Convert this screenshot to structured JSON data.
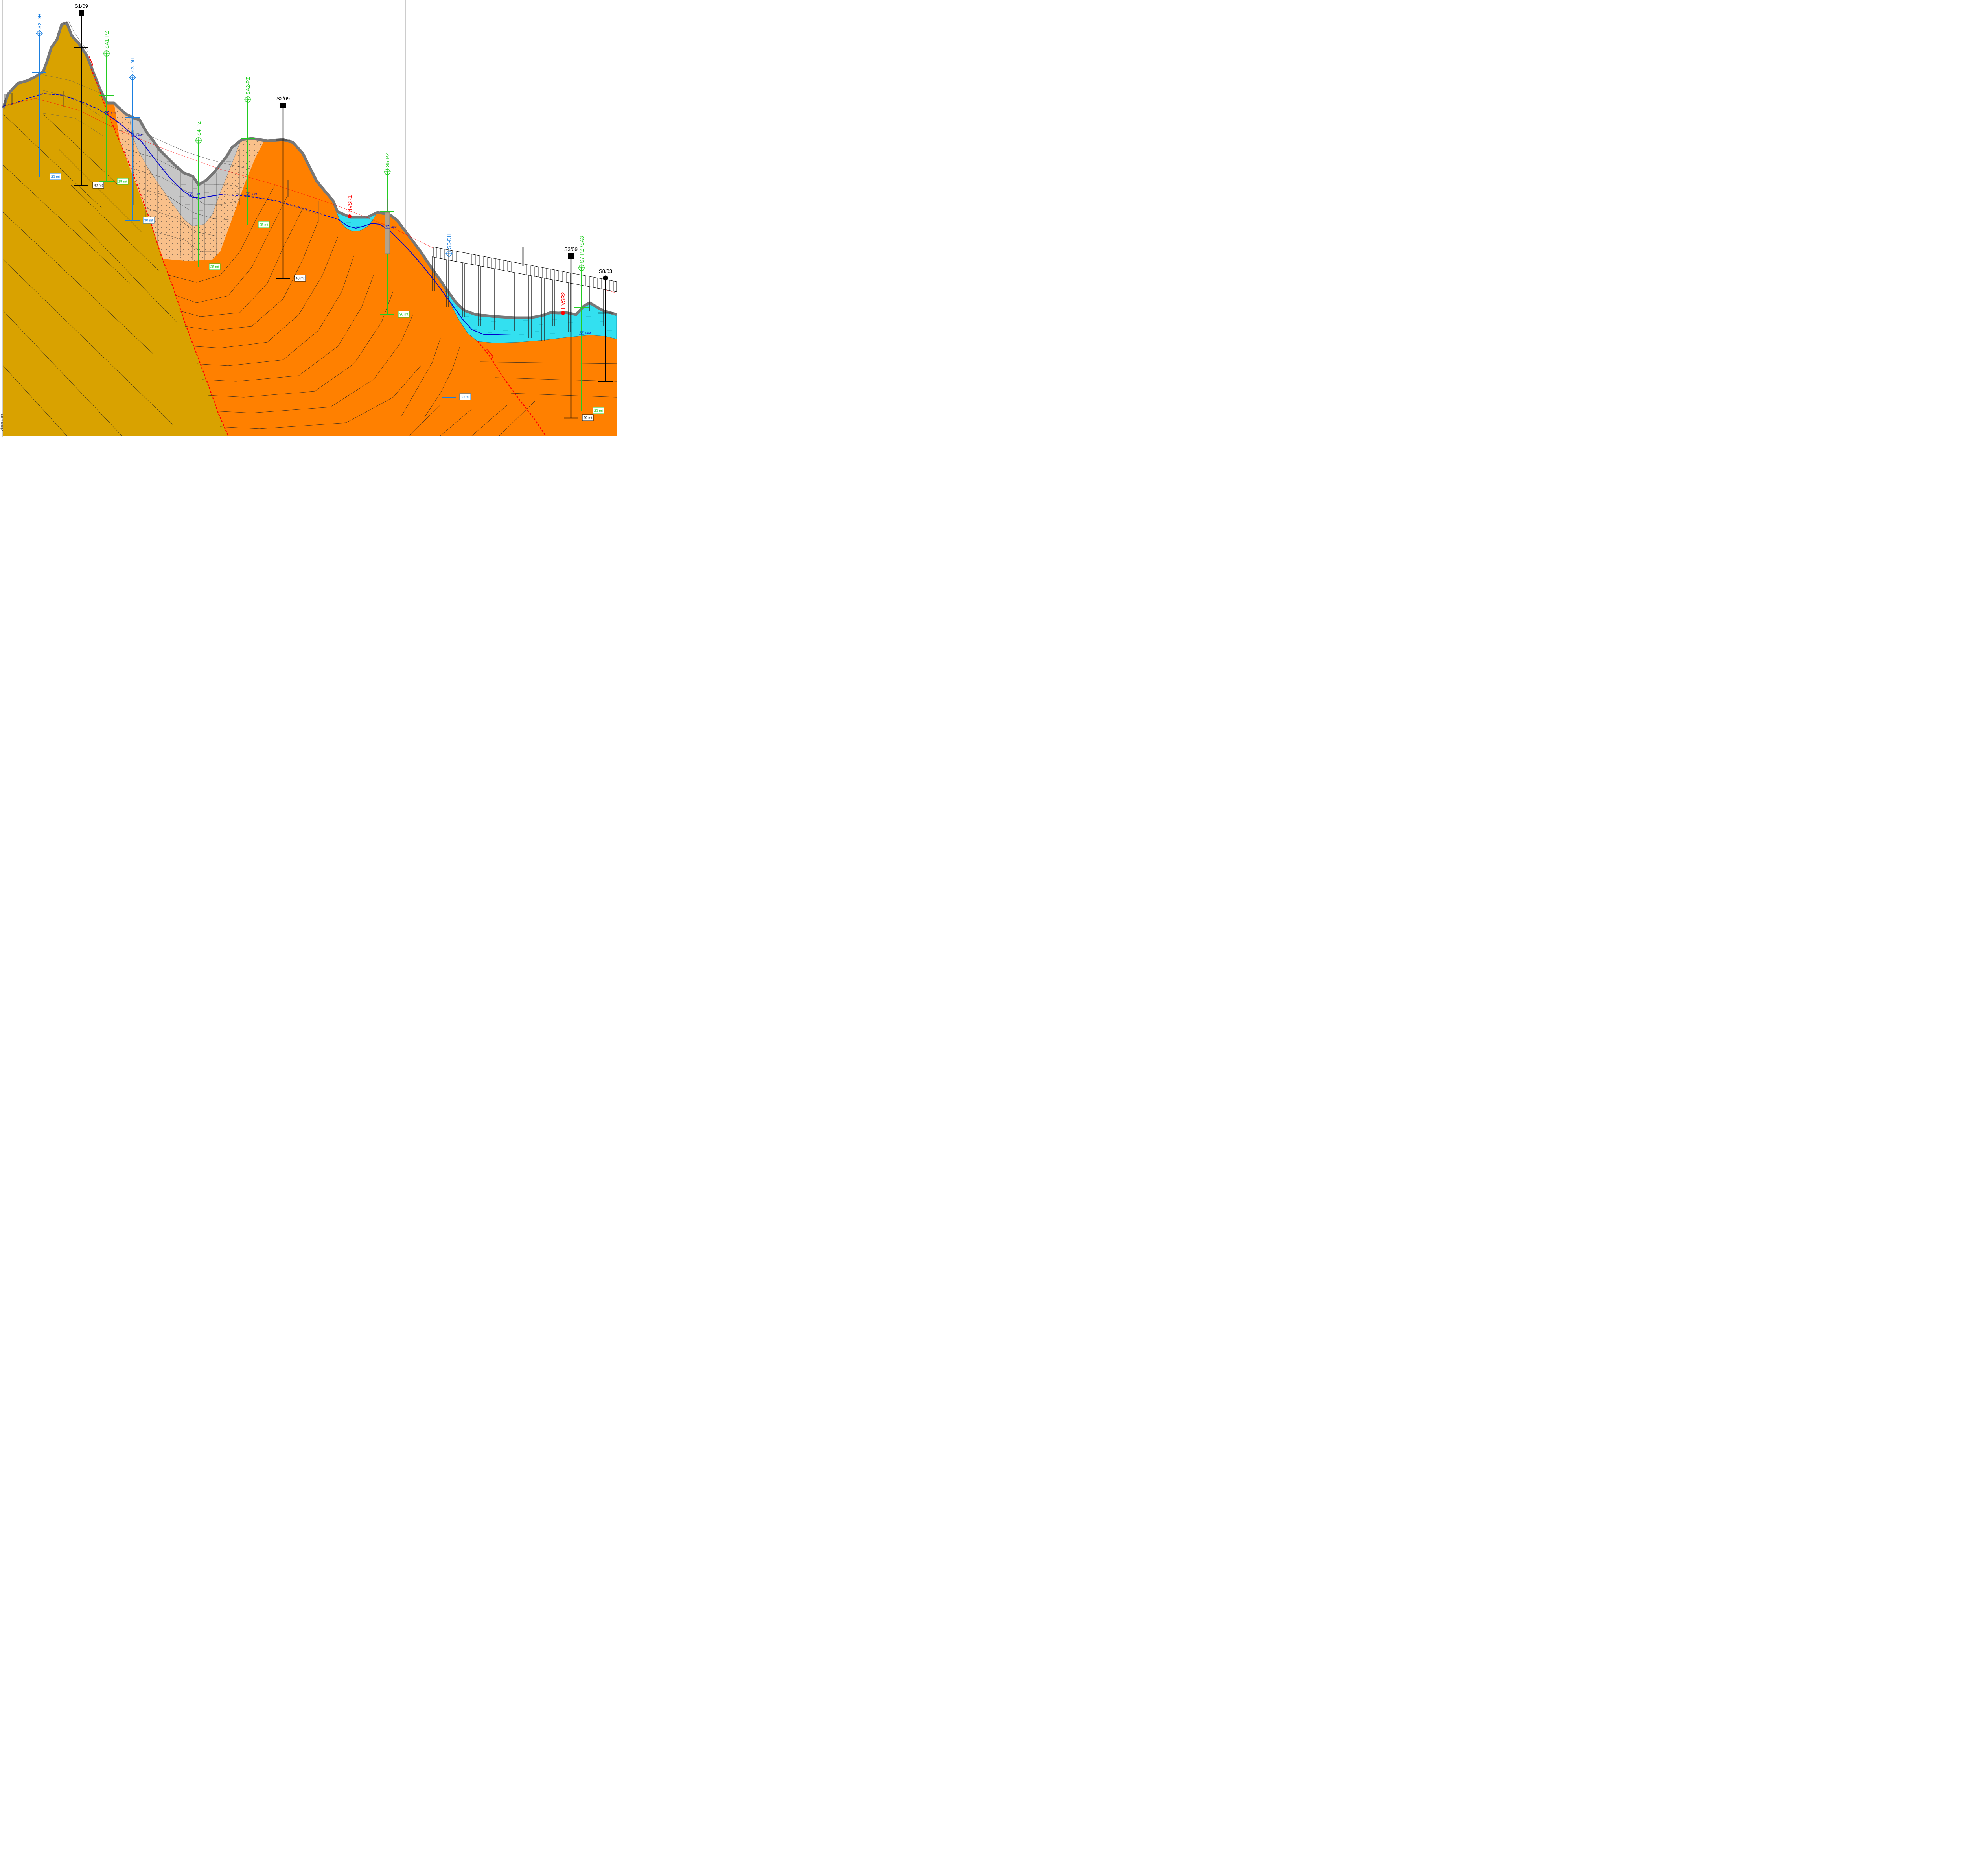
{
  "section": {
    "side_label": "Altezze 1:200",
    "boreholes": [
      {
        "id": "s1-09",
        "name": "S1/09",
        "type": "sondaggio",
        "color": "#000000",
        "depth": "40 mt",
        "head": "square"
      },
      {
        "id": "s2-09",
        "name": "S2/09",
        "type": "sondaggio",
        "color": "#000000",
        "depth": "40 mt",
        "head": "square"
      },
      {
        "id": "s3-09",
        "name": "S3/09",
        "type": "sondaggio",
        "color": "#000000",
        "depth": "30 mt",
        "head": "square"
      },
      {
        "id": "s8-03",
        "name": "S8/03",
        "type": "sondaggio",
        "color": "#000000",
        "depth": "",
        "head": "circle"
      },
      {
        "id": "s2-dh",
        "name": "S2-DH",
        "type": "down-hole",
        "color": "#1a7fe0",
        "depth": "30 mt",
        "head": "diamond"
      },
      {
        "id": "s3-dh",
        "name": "S3-DH",
        "type": "down-hole",
        "color": "#1a7fe0",
        "depth": "30 mt",
        "head": "diamond"
      },
      {
        "id": "s6-dh",
        "name": "S6-DH",
        "type": "down-hole",
        "color": "#1a7fe0",
        "depth": "30 mt",
        "head": "diamond"
      },
      {
        "id": "sa1-pz",
        "name": "SA1-PZ",
        "type": "piezometro",
        "color": "#22cc22",
        "depth": "25 mt",
        "head": "target"
      },
      {
        "id": "sa2-pz",
        "name": "SA2-PZ",
        "type": "piezometro",
        "color": "#22cc22",
        "depth": "25 mt",
        "head": "target"
      },
      {
        "id": "s4-pz",
        "name": "S4-PZ",
        "type": "piezometro",
        "color": "#22cc22",
        "depth": "25 mt",
        "head": "target"
      },
      {
        "id": "s5-pz",
        "name": "S5-PZ",
        "type": "piezometro",
        "color": "#22cc22",
        "depth": "30 mt",
        "head": "target"
      },
      {
        "id": "s7-pz",
        "name": "S7-PZ /SA3",
        "type": "piezometro",
        "color": "#22cc22",
        "depth": "30 mt",
        "head": "target"
      }
    ],
    "hvsr": [
      {
        "id": "hvsr1",
        "name": "HVSR1",
        "color": "#ff0000"
      },
      {
        "id": "hvsr2",
        "name": "HVSR2",
        "color": "#ff0000"
      }
    ],
    "water_levels": [
      "6mt",
      "6mt",
      "6mt",
      "7mt",
      "4mt",
      "8mt"
    ],
    "colors": {
      "bedrock": "#d9a200",
      "orange": "#ff8000",
      "sand": "#f9c08a",
      "debris": "#c6c6c6",
      "alluvium": "#33e0f0",
      "crust": "#777777",
      "water_table": "#0000cc",
      "fault": "#ff0000"
    }
  }
}
